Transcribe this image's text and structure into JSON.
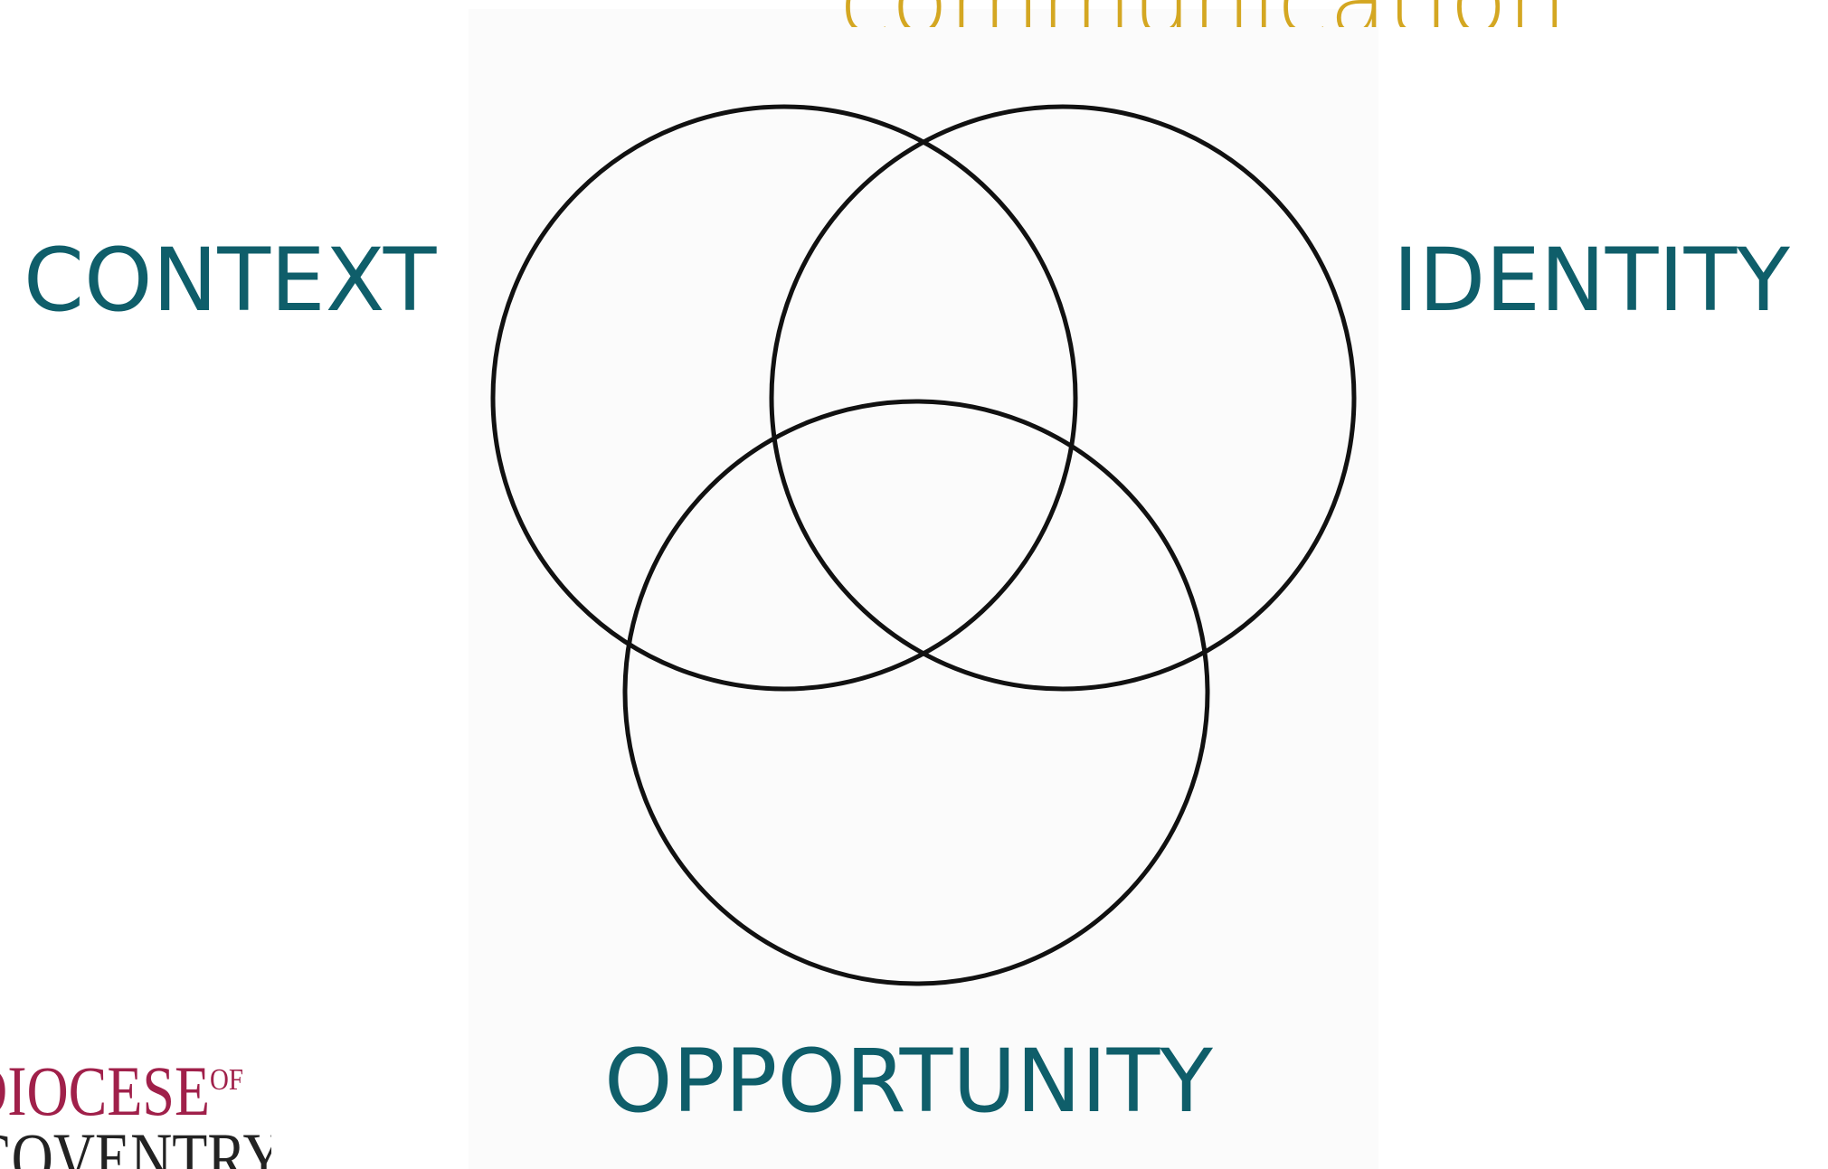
{
  "heading": {
    "text": "communication",
    "color": "#d4a722"
  },
  "diagram": {
    "type": "venn",
    "sets": [
      {
        "label": "CONTEXT"
      },
      {
        "label": "IDENTITY"
      },
      {
        "label": "OPPORTUNITY"
      }
    ],
    "label_color": "#0f5e6a",
    "circle_stroke": "#111111"
  },
  "logo": {
    "line1": "DIOCESE",
    "of": "OF",
    "line2": "COVENTRY",
    "line1_color": "#a0204a",
    "line2_color": "#222222"
  }
}
